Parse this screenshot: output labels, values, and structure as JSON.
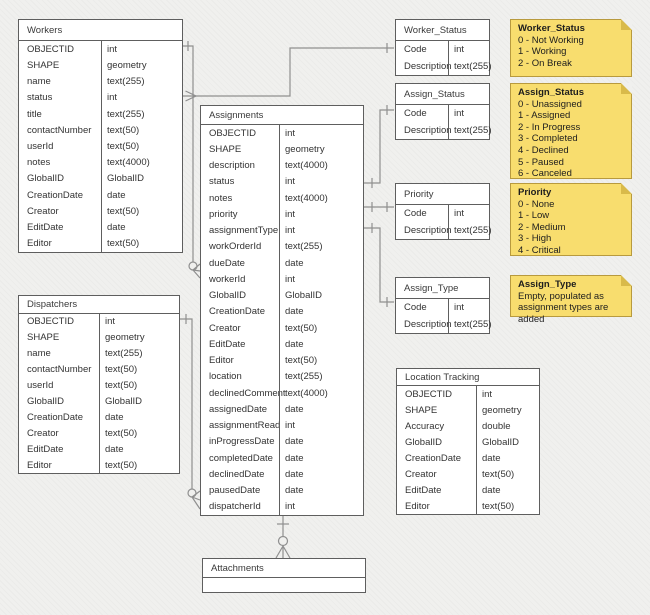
{
  "diagram": {
    "colors": {
      "background": "#f0f0ee",
      "table_border": "#5e5e5e",
      "table_fill": "#ffffff",
      "connector": "#8f8f8f",
      "note_fill": "#f8dd6e",
      "note_border": "#b89a3e"
    },
    "tables": {
      "workers": {
        "title": "Workers",
        "fields": [
          [
            "OBJECTID",
            "int"
          ],
          [
            "SHAPE",
            "geometry"
          ],
          [
            "name",
            "text(255)"
          ],
          [
            "status",
            "int"
          ],
          [
            "title",
            "text(255)"
          ],
          [
            "contactNumber",
            "text(50)"
          ],
          [
            "userId",
            "text(50)"
          ],
          [
            "notes",
            "text(4000)"
          ],
          [
            "GlobalID",
            "GlobalID"
          ],
          [
            "CreationDate",
            "date"
          ],
          [
            "Creator",
            "text(50)"
          ],
          [
            "EditDate",
            "date"
          ],
          [
            "Editor",
            "text(50)"
          ]
        ]
      },
      "dispatchers": {
        "title": "Dispatchers",
        "fields": [
          [
            "OBJECTID",
            "int"
          ],
          [
            "SHAPE",
            "geometry"
          ],
          [
            "name",
            "text(255)"
          ],
          [
            "contactNumber",
            "text(50)"
          ],
          [
            "userId",
            "text(50)"
          ],
          [
            "GlobalID",
            "GlobalID"
          ],
          [
            "CreationDate",
            "date"
          ],
          [
            "Creator",
            "text(50)"
          ],
          [
            "EditDate",
            "date"
          ],
          [
            "Editor",
            "text(50)"
          ]
        ]
      },
      "assignments": {
        "title": "Assignments",
        "fields": [
          [
            "OBJECTID",
            "int"
          ],
          [
            "SHAPE",
            "geometry"
          ],
          [
            "description",
            "text(4000)"
          ],
          [
            "status",
            "int"
          ],
          [
            "notes",
            "text(4000)"
          ],
          [
            "priority",
            "int"
          ],
          [
            "assignmentType",
            "int"
          ],
          [
            "workOrderId",
            "text(255)"
          ],
          [
            "dueDate",
            "date"
          ],
          [
            "workerId",
            "int"
          ],
          [
            "GlobalID",
            "GlobalID"
          ],
          [
            "CreationDate",
            "date"
          ],
          [
            "Creator",
            "text(50)"
          ],
          [
            "EditDate",
            "date"
          ],
          [
            "Editor",
            "text(50)"
          ],
          [
            "location",
            "text(255)"
          ],
          [
            "declinedComment",
            "text(4000)"
          ],
          [
            "assignedDate",
            "date"
          ],
          [
            "assignmentRead",
            "int"
          ],
          [
            "inProgressDate",
            "date"
          ],
          [
            "completedDate",
            "date"
          ],
          [
            "declinedDate",
            "date"
          ],
          [
            "pausedDate",
            "date"
          ],
          [
            "dispatcherId",
            "int"
          ]
        ]
      },
      "worker_status": {
        "title": "Worker_Status",
        "fields": [
          [
            "Code",
            "int"
          ],
          [
            "Description",
            "text(255)"
          ]
        ]
      },
      "assign_status": {
        "title": "Assign_Status",
        "fields": [
          [
            "Code",
            "int"
          ],
          [
            "Description",
            "text(255)"
          ]
        ]
      },
      "priority": {
        "title": "Priority",
        "fields": [
          [
            "Code",
            "int"
          ],
          [
            "Description",
            "text(255)"
          ]
        ]
      },
      "assign_type": {
        "title": "Assign_Type",
        "fields": [
          [
            "Code",
            "int"
          ],
          [
            "Description",
            "text(255)"
          ]
        ]
      },
      "location_tracking": {
        "title": "Location Tracking",
        "fields": [
          [
            "OBJECTID",
            "int"
          ],
          [
            "SHAPE",
            "geometry"
          ],
          [
            "Accuracy",
            "double"
          ],
          [
            "GlobalID",
            "GlobalID"
          ],
          [
            "CreationDate",
            "date"
          ],
          [
            "Creator",
            "text(50)"
          ],
          [
            "EditDate",
            "date"
          ],
          [
            "Editor",
            "text(50)"
          ]
        ]
      },
      "attachments": {
        "title": "Attachments",
        "fields": []
      }
    },
    "notes": {
      "worker_status": {
        "title": "Worker_Status",
        "lines": [
          "0 - Not Working",
          "1 - Working",
          "2 - On Break"
        ]
      },
      "assign_status": {
        "title": "Assign_Status",
        "lines": [
          "0 - Unassigned",
          "1 - Assigned",
          "2 - In Progress",
          "3 - Completed",
          "4 - Declined",
          "5 - Paused",
          "6 - Canceled"
        ]
      },
      "priority": {
        "title": "Priority",
        "lines": [
          "0 - None",
          "1 - Low",
          "2 - Medium",
          "3 - High",
          "4 - Critical"
        ]
      },
      "assign_type": {
        "title": "Assign_Type",
        "lines": [
          "Empty, populated as assignment types are added"
        ]
      }
    }
  }
}
